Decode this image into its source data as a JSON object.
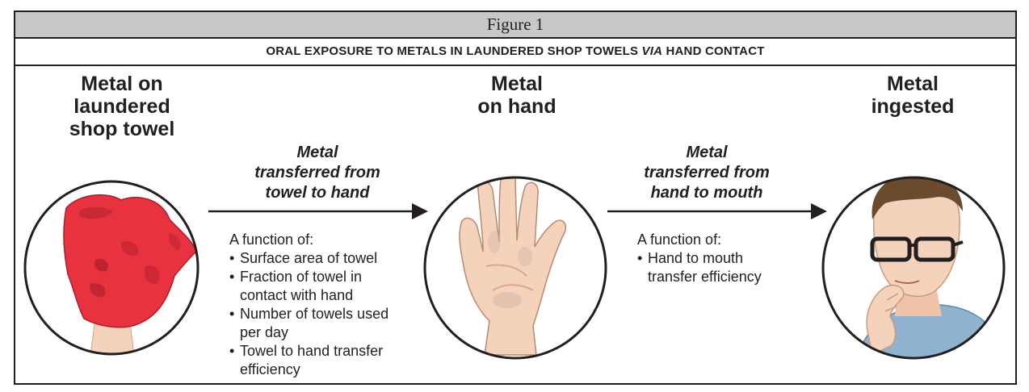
{
  "figure_label": "Figure 1",
  "title": {
    "before_italic": "ORAL EXPOSURE TO METALS IN LAUNDERED SHOP TOWELS ",
    "italic": "VIA",
    "after_italic": " HAND CONTACT"
  },
  "stages": [
    {
      "heading_lines": [
        "Metal on",
        "laundered",
        "shop towel"
      ],
      "icon": "shop-towel-illustration"
    },
    {
      "heading_lines": [
        "Metal",
        "on hand"
      ],
      "icon": "open-hand-illustration"
    },
    {
      "heading_lines": [
        "Metal",
        "ingested"
      ],
      "icon": "man-hand-to-mouth-illustration"
    }
  ],
  "transfers": [
    {
      "label_lines": [
        "Metal",
        "transferred from",
        "towel to hand"
      ],
      "function_heading": "A function of:",
      "factors": [
        [
          "Surface area of towel"
        ],
        [
          "Fraction of towel in",
          "contact with hand"
        ],
        [
          "Number of towels used",
          "per day"
        ],
        [
          "Towel to hand transfer",
          "efficiency"
        ]
      ]
    },
    {
      "label_lines": [
        "Metal",
        "transferred from",
        "hand to mouth"
      ],
      "function_heading": "A function of:",
      "factors": [
        [
          "Hand to mouth",
          "transfer efficiency"
        ]
      ]
    }
  ],
  "colors": {
    "header_fill": "#c8c8c8",
    "outline": "#231f20",
    "towel_red": "#e8323f",
    "skin": "#f4d2bc",
    "shirt_blue": "#8fb3cf",
    "hair_brown": "#6b4a2e"
  }
}
